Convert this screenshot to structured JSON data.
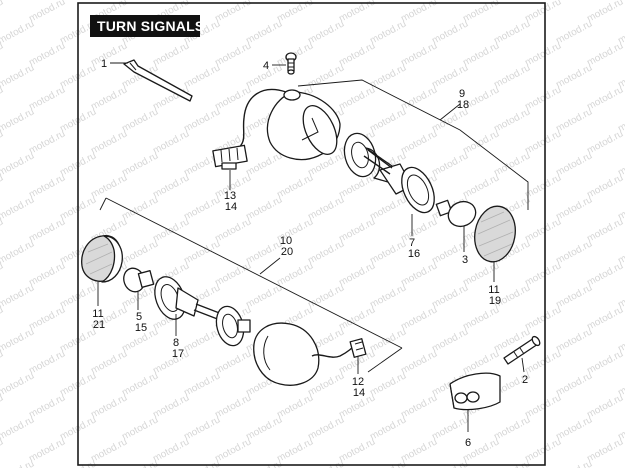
{
  "title": "TURN SIGNALS",
  "watermark": "motod.ru",
  "callouts": [
    {
      "id": "c1",
      "numbers": [
        "1"
      ]
    },
    {
      "id": "c2",
      "numbers": [
        "2"
      ]
    },
    {
      "id": "c3",
      "numbers": [
        "3"
      ]
    },
    {
      "id": "c4",
      "numbers": [
        "4"
      ]
    },
    {
      "id": "c5",
      "numbers": [
        "5",
        "15"
      ]
    },
    {
      "id": "c6",
      "numbers": [
        "6"
      ]
    },
    {
      "id": "c7",
      "numbers": [
        "7",
        "16"
      ]
    },
    {
      "id": "c8",
      "numbers": [
        "8",
        "17"
      ]
    },
    {
      "id": "c9",
      "numbers": [
        "9",
        "18"
      ]
    },
    {
      "id": "c10",
      "numbers": [
        "10",
        "20"
      ]
    },
    {
      "id": "c11",
      "numbers": [
        "11",
        "21"
      ]
    },
    {
      "id": "c12",
      "numbers": [
        "11",
        "19"
      ]
    },
    {
      "id": "c13",
      "numbers": [
        "12",
        "14"
      ]
    },
    {
      "id": "c14",
      "numbers": [
        "13",
        "14"
      ]
    }
  ]
}
